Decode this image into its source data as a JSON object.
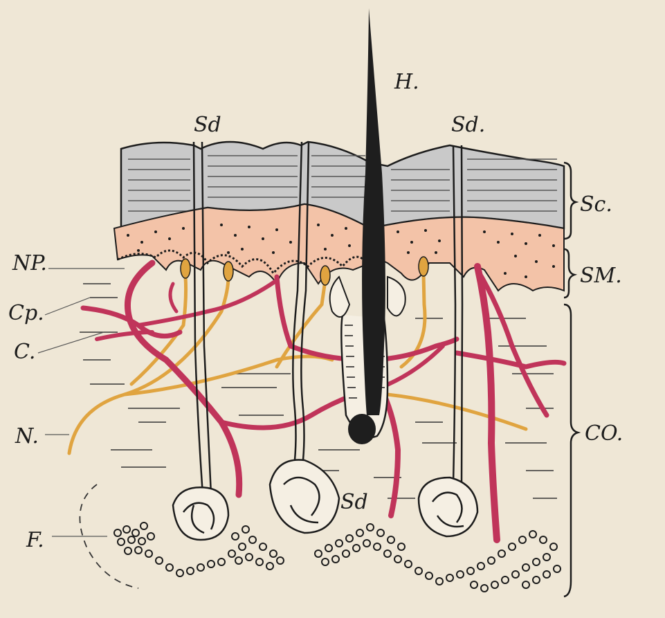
{
  "labels": {
    "hair": "H.",
    "sweat_duct_left": "Sd",
    "sweat_duct_right": "Sd.",
    "sweat_gland_middle": "Sd",
    "stratum_corneum": "Sc.",
    "stratum_mucosum": "SM.",
    "corium": "CO.",
    "nerve_papilla": "NP.",
    "capillary_papilla": "Cp.",
    "capillary": "C.",
    "nerve": "N.",
    "fat": "F."
  },
  "colors": {
    "paper": "#efe7d6",
    "corneum": "#c9c9c9",
    "mucosum": "#f3c3a8",
    "vessel": "#c0345a",
    "nerve": "#e0a440",
    "ink": "#1c1c1c",
    "hair": "#1e1e1e"
  }
}
